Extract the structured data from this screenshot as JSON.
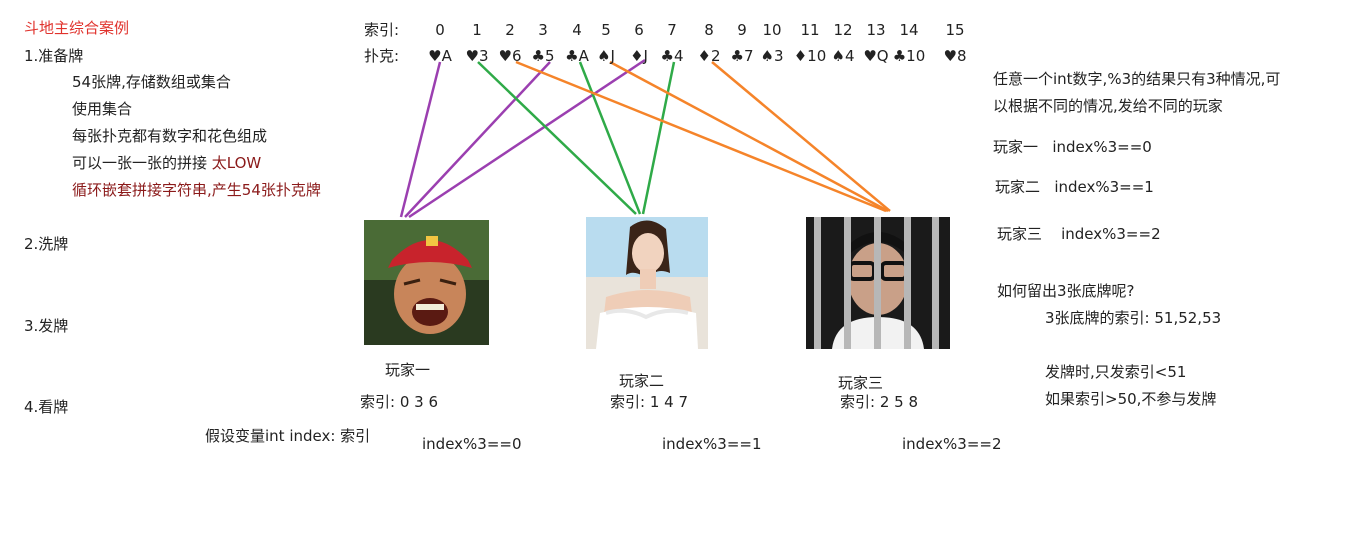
{
  "title": "斗地主综合案例",
  "steps": {
    "s1": "1.准备牌",
    "s1_items": [
      "54张牌,存储数组或集合",
      "使用集合",
      "每张扑克都有数字和花色组成"
    ],
    "s1_line4_a": "可以一张一张的拼接 ",
    "s1_line4_b": "太LOW",
    "s1_line5": "循环嵌套拼接字符串,产生54张扑克牌",
    "s2": "2.洗牌",
    "s3": "3.发牌",
    "s4": "4.看牌"
  },
  "table": {
    "index_label": "索引:",
    "card_label": "扑克:",
    "indices": [
      "0",
      "1",
      "2",
      "3",
      "4",
      "5",
      "6",
      "7",
      "8",
      "9",
      "10",
      "11",
      "12",
      "13",
      "14",
      "15"
    ],
    "cards": [
      "♥A",
      "♥3",
      "♥6",
      "♣5",
      "♣A",
      "♠J",
      "♦J",
      "♣4",
      "♦2",
      "♣7",
      "♠3",
      "♦10",
      "♠4",
      "♥Q",
      "♣10",
      "♥8"
    ]
  },
  "players": [
    {
      "name": "玩家一",
      "indices": "索引: 0 3 6",
      "rule": "index%3==0"
    },
    {
      "name": "玩家二",
      "indices": "索引: 1 4 7",
      "rule": "index%3==1"
    },
    {
      "name": "玩家三",
      "indices": "索引: 2 5 8",
      "rule": "index%3==2"
    }
  ],
  "assume": "假设变量int index: 索引",
  "right": {
    "intro_1": "任意一个int数字,%3的结果只有3种情况,可",
    "intro_2": "以根据不同的情况,发给不同的玩家",
    "rules": [
      {
        "player": "玩家一",
        "rule": "index%3==0"
      },
      {
        "player": "玩家二",
        "rule": "index%3==1"
      },
      {
        "player": "玩家三",
        "rule": "index%3==2"
      }
    ],
    "question": "如何留出3张底牌呢?",
    "bottom": "3张底牌的索引: 51,52,53",
    "deal1": "发牌时,只发索引<51",
    "deal2": "如果索引>50,不参与发牌"
  },
  "colors": {
    "title_red": "#e0322c",
    "dark_red": "#8b1a1a",
    "line_purple": "#9b3fb0",
    "line_green": "#2faa48",
    "line_orange": "#f5842a"
  }
}
